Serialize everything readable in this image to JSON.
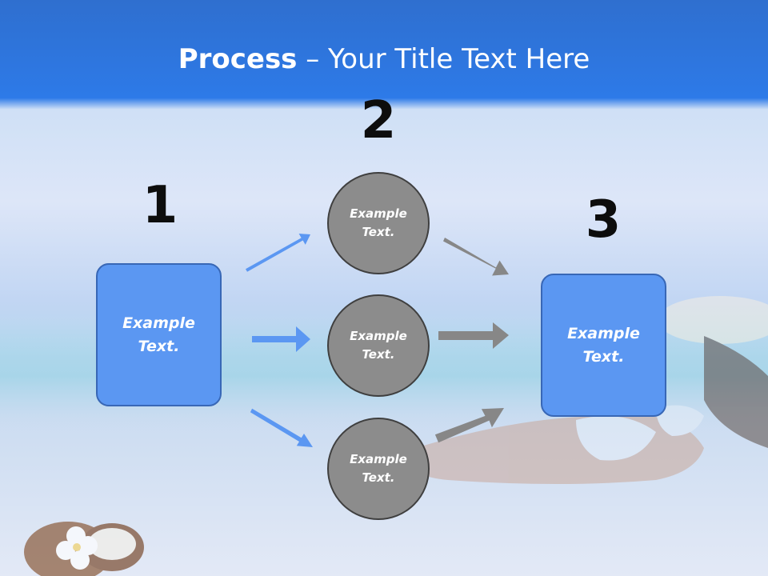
{
  "title": {
    "bold": "Process",
    "rest": " – Your Title Text Here"
  },
  "steps": [
    {
      "number": "1",
      "text": "Example\nText."
    },
    {
      "number": "2",
      "items": [
        "Example\nText.",
        "Example\nText.",
        "Example\nText."
      ]
    },
    {
      "number": "3",
      "text": "Example\nText."
    }
  ],
  "colors": {
    "title_bar": "#2a6ee0",
    "box": "#5b97f2",
    "box_border": "#3867b6",
    "circle": "#8c8c8c",
    "blue_arrow": "#5b97f2",
    "gray_arrow": "#878787"
  }
}
